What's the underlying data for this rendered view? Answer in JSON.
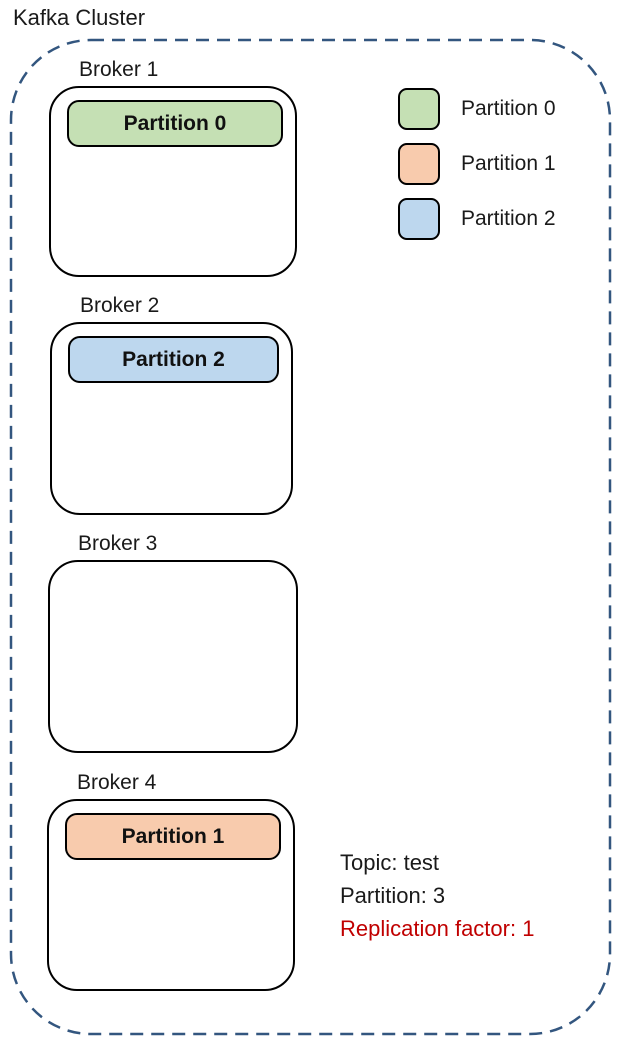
{
  "title": "Kafka Cluster",
  "colors": {
    "cluster_dash": "#33567F",
    "box_border": "#000000",
    "partition0_green": "#C5E0B4",
    "partition1_orange": "#F8CBAD",
    "partition2_blue": "#BDD7EE",
    "warning_red": "#C00000",
    "text": "#1a1a1a"
  },
  "brokers": [
    {
      "label": "Broker 1",
      "partition": {
        "label": "Partition 0",
        "color": "#C5E0B4"
      }
    },
    {
      "label": "Broker 2",
      "partition": {
        "label": "Partition 2",
        "color": "#BDD7EE"
      }
    },
    {
      "label": "Broker 3",
      "partition": null
    },
    {
      "label": "Broker 4",
      "partition": {
        "label": "Partition 1",
        "color": "#F8CBAD"
      }
    }
  ],
  "legend": [
    {
      "label": "Partition 0",
      "color": "#C5E0B4"
    },
    {
      "label": "Partition 1",
      "color": "#F8CBAD"
    },
    {
      "label": "Partition 2",
      "color": "#BDD7EE"
    }
  ],
  "info": [
    {
      "text": "Topic: test",
      "color": "#1a1a1a"
    },
    {
      "text": "Partition: 3",
      "color": "#1a1a1a"
    },
    {
      "text": "Replication factor: 1",
      "color": "#C00000"
    }
  ]
}
